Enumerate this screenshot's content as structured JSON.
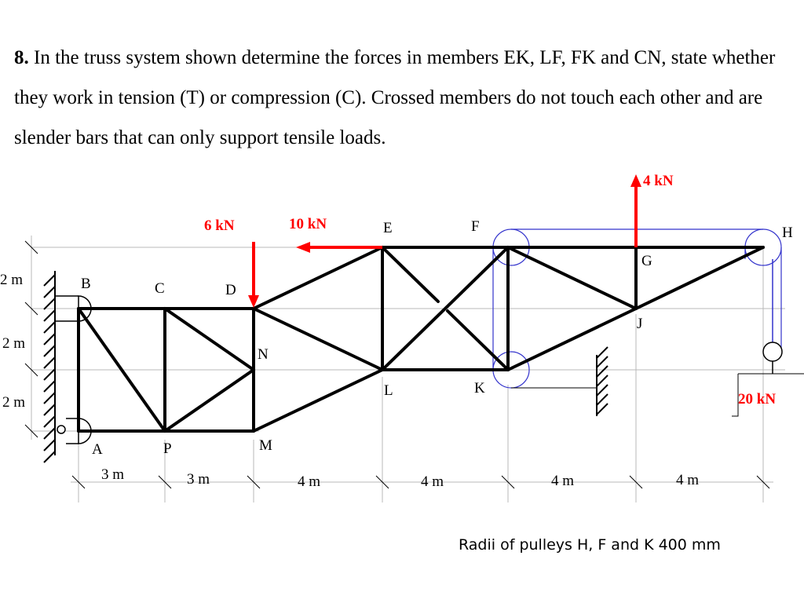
{
  "problem": {
    "number": "8.",
    "text": "In the truss system shown determine the forces in members EK, LF, FK and CN, state whether they work in tension (T) or compression (C). Crossed members do not touch each other and are slender bars that can only support tensile loads."
  },
  "nodes": {
    "A": "A",
    "B": "B",
    "C": "C",
    "D": "D",
    "E": "E",
    "F": "F",
    "G": "G",
    "H": "H",
    "J": "J",
    "K": "K",
    "L": "L",
    "M": "M",
    "N": "N",
    "P": "P"
  },
  "loads": {
    "d_load": "6 kN",
    "e_load": "10 kN",
    "g_load": "4 kN",
    "hanging_weight": "20 kN"
  },
  "dimensions": {
    "vertical": [
      "2 m",
      "2 m",
      "2 m"
    ],
    "horizontal": [
      "3 m",
      "3 m",
      "4 m",
      "4 m",
      "4 m",
      "4 m"
    ]
  },
  "note": "Radii of pulleys H, F and K 400 mm",
  "colors": {
    "load": "#ff0000",
    "pulley": "#3333cc",
    "member": "#000000",
    "guide": "#b0b0b0"
  }
}
